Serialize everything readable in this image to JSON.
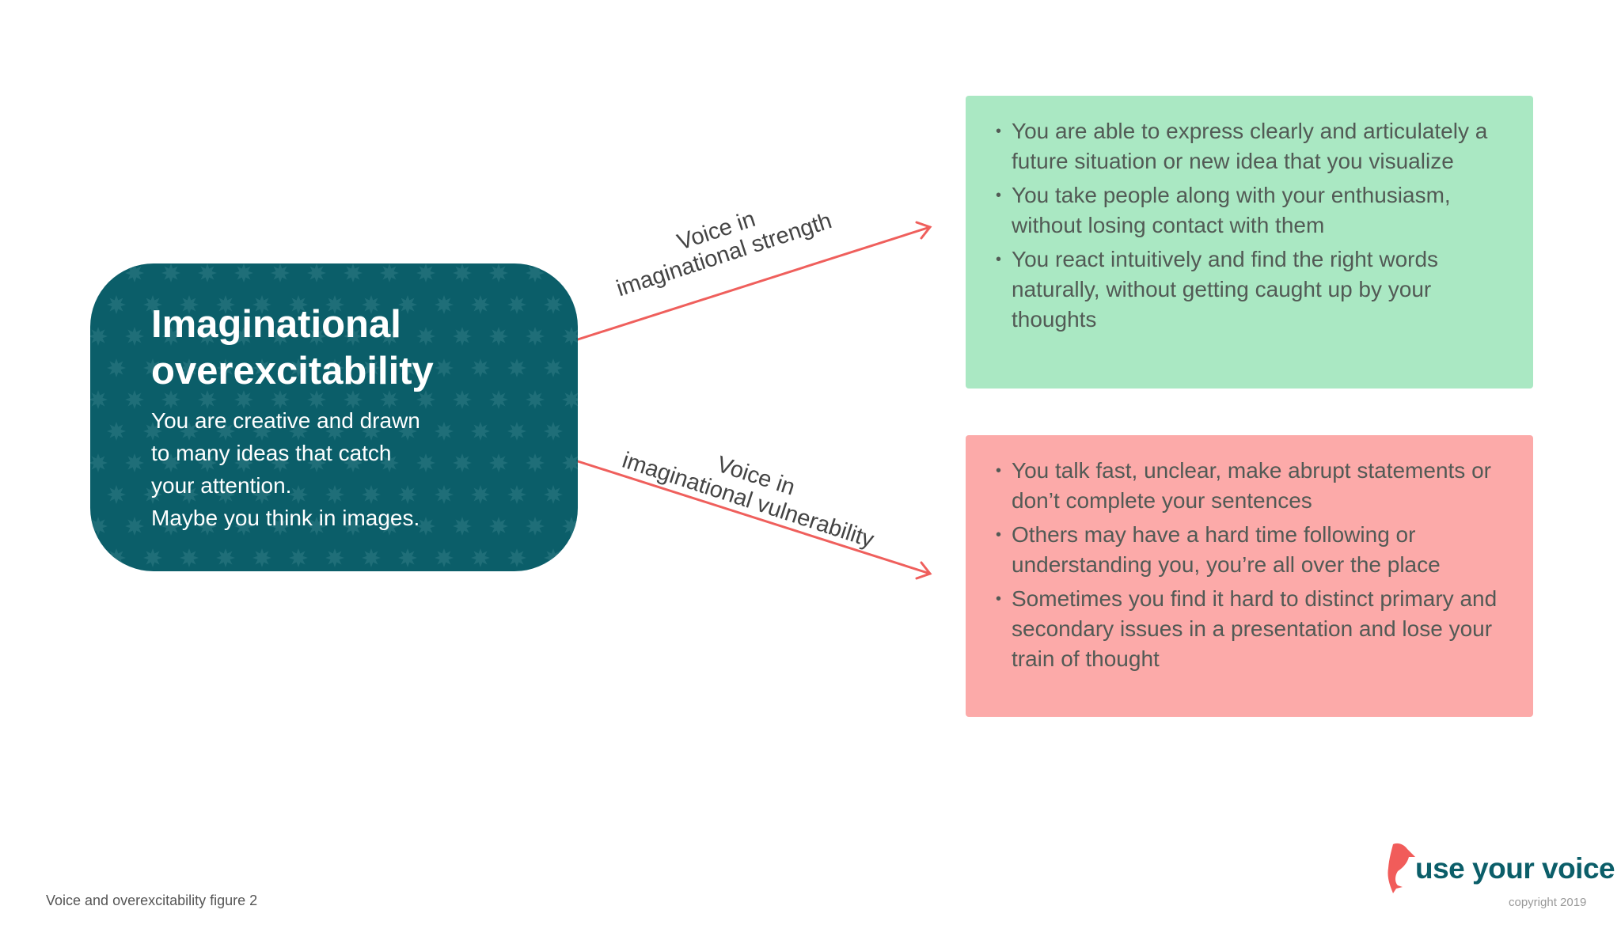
{
  "main": {
    "title_line1": "Imaginational",
    "title_line2": "overexcitability",
    "description": [
      "You are creative and drawn",
      "to many ideas that catch",
      "your attention.",
      "Maybe you think in images."
    ]
  },
  "arrows": {
    "strength_line1": "Voice in",
    "strength_line2": "imaginational strength",
    "vulnerability_line1": "Voice in",
    "vulnerability_line2": "imaginational vulnerability"
  },
  "strength_points": [
    "You are able to express clearly and articulately a future situation or new idea that you visualize",
    "You take people along with your enthusiasm, without losing contact with them",
    "You react intuitively and find the right words naturally, without getting caught up by your thoughts"
  ],
  "vulnerability_points": [
    "You talk fast, unclear, make abrupt statements or don’t complete your sentences",
    "Others may have a hard time following or understanding you, you’re all over the place",
    "Sometimes you find it hard to distinct primary and secondary issues in a presentation and lose your train of thought"
  ],
  "footer": {
    "caption": "Voice and overexcitability figure 2",
    "logo_text": "use your voice",
    "copyright": "copyright 2019"
  },
  "colors": {
    "teal": "#0b5e69",
    "green": "#aae8c3",
    "red": "#fcaaa9",
    "arrow": "#ef5f5c"
  }
}
